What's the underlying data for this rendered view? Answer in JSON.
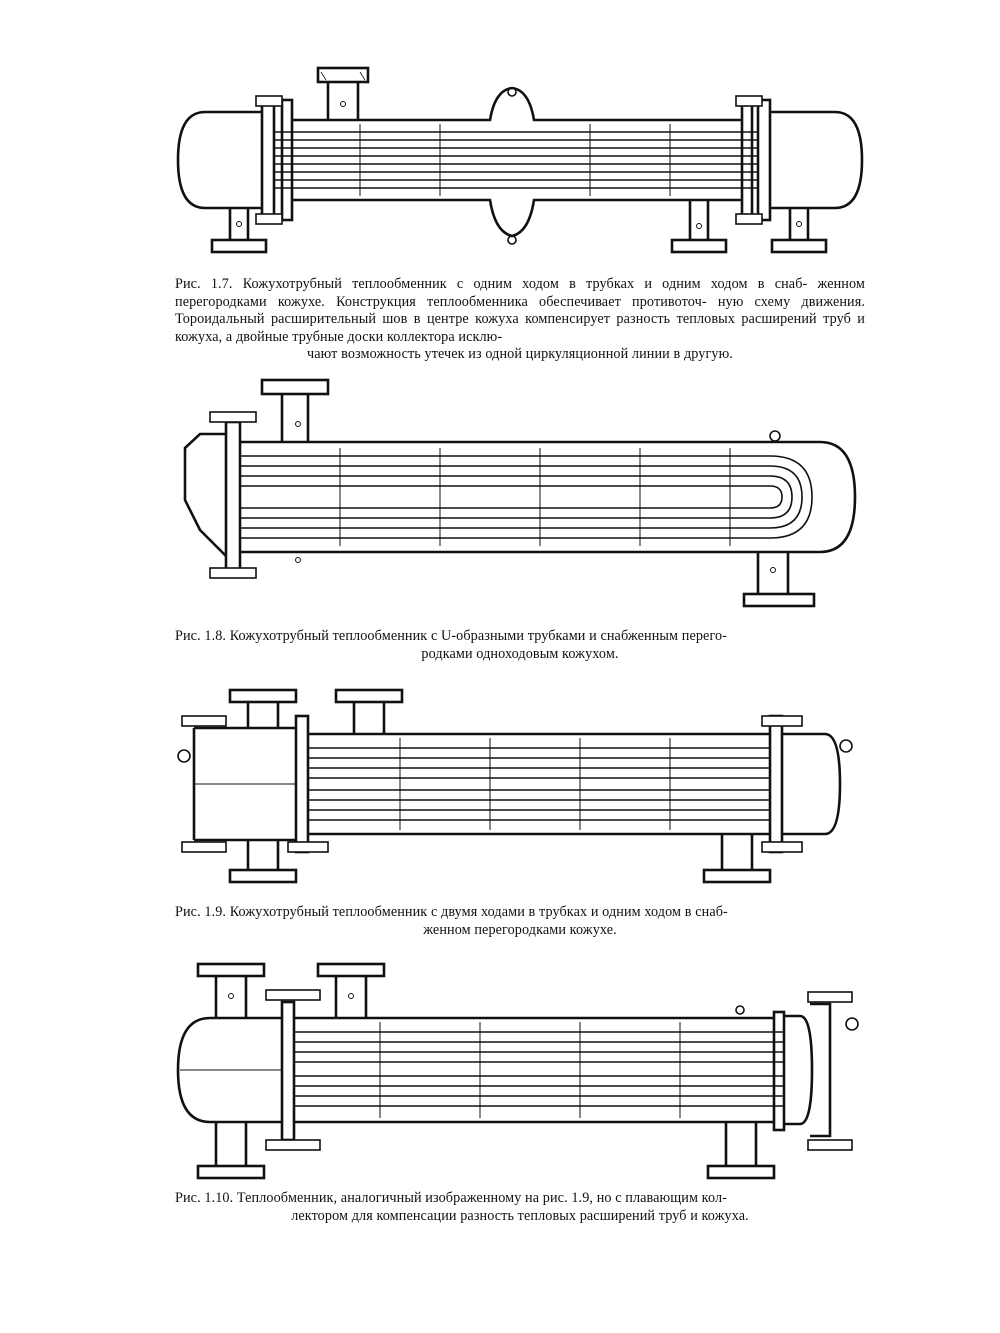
{
  "figures": [
    {
      "id": "fig-1-7",
      "caption_lines": [
        "Рис. 1.7. Кожухотрубный теплообменник с одним ходом в трубках и одним ходом в снаб-",
        "женном перегородками кожухе. Конструкция теплообменника обеспечивает противоточ-",
        "ную схему движения. Тороидальный расширительный шов в центре кожуха компенсирует",
        "разность тепловых расширений труб и кожуха, а двойные трубные доски коллектора исклю-",
        "чают возможность утечек из одной циркуляционной линии в другую."
      ]
    },
    {
      "id": "fig-1-8",
      "caption_lines": [
        "Рис. 1.8. Кожухотрубный теплообменник с U-образными трубками и снабженным перего-",
        "родками одноходовым кожухом."
      ]
    },
    {
      "id": "fig-1-9",
      "caption_lines": [
        "Рис. 1.9. Кожухотрубный теплообменник с двумя ходами в трубках и одним ходом в снаб-",
        "женном перегородками кожухе."
      ]
    },
    {
      "id": "fig-1-10",
      "caption_lines": [
        "Рис. 1.10. Теплообменник, аналогичный изображенному на рис. 1.9, но с плавающим кол-",
        "лектором для компенсации разность тепловых расширений труб и кожуха."
      ]
    }
  ]
}
